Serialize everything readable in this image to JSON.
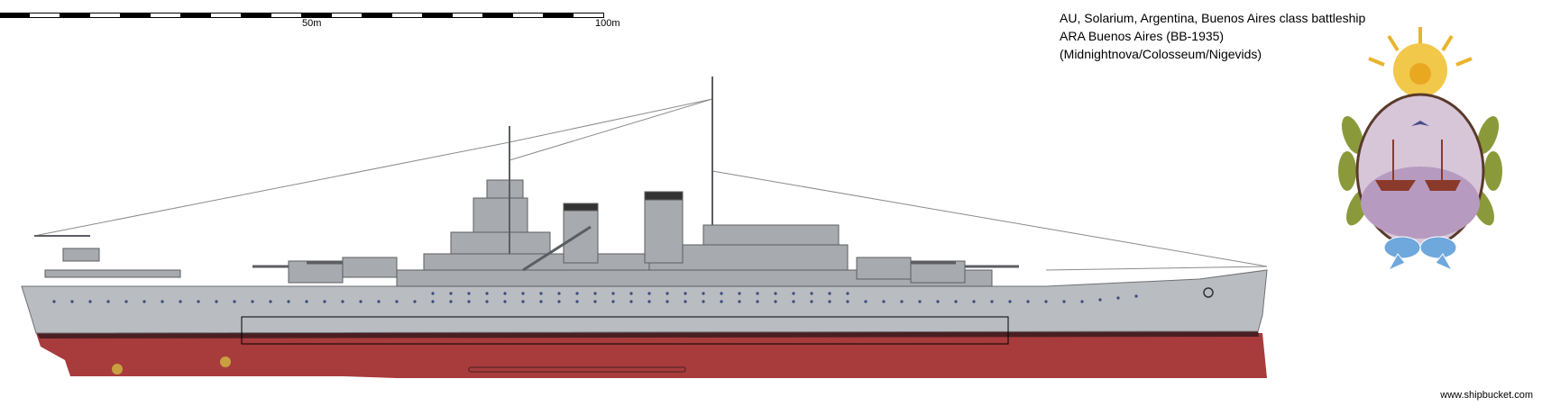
{
  "scale": {
    "mid_label": "50m",
    "end_label": "100m"
  },
  "info": {
    "line1": "AU, Solarium, Argentina, Buenos Aires class battleship",
    "line2": "ARA Buenos Aires (BB-1935)",
    "line3": "(Midnightnova/Colosseum/Nigevids)"
  },
  "watermark": "www.shipbucket.com",
  "colors": {
    "hull_grey": "#b9bcc0",
    "superstructure_grey": "#a7aaae",
    "hull_red": "#a83b3c",
    "boot_topping": "#4a1f22",
    "emblem_gold": "#e8b42c",
    "laurel_green": "#8a9a3a",
    "ribbon_blue": "#6fa8dc"
  }
}
